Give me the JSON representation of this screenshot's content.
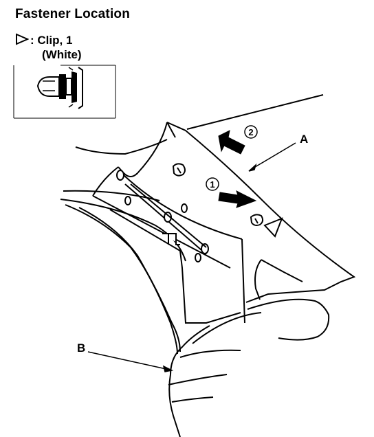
{
  "header": {
    "title": "Fastener Location"
  },
  "legend": {
    "symbol": "triangle-clip-marker",
    "line1": ": Clip, 1",
    "line2": "(White)"
  },
  "callouts": {
    "a": "A",
    "b": "B",
    "step1": "1",
    "step2": "2"
  },
  "colors": {
    "ink": "#000000",
    "paper": "#ffffff"
  }
}
